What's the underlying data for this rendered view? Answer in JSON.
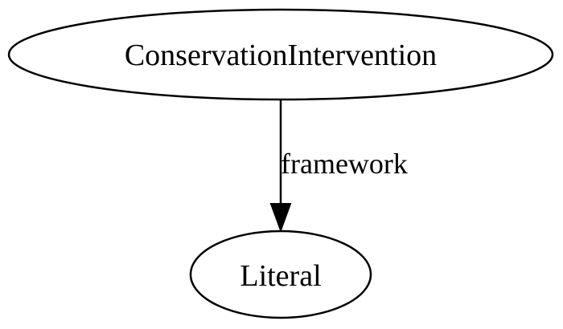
{
  "diagram": {
    "nodes": [
      {
        "id": "conservation",
        "label": "ConservationIntervention"
      },
      {
        "id": "literal",
        "label": "Literal"
      }
    ],
    "edges": [
      {
        "from": "conservation",
        "to": "literal",
        "label": "framework"
      }
    ],
    "colors": {
      "stroke": "#000000",
      "fill": "#ffffff",
      "text": "#000000"
    }
  }
}
